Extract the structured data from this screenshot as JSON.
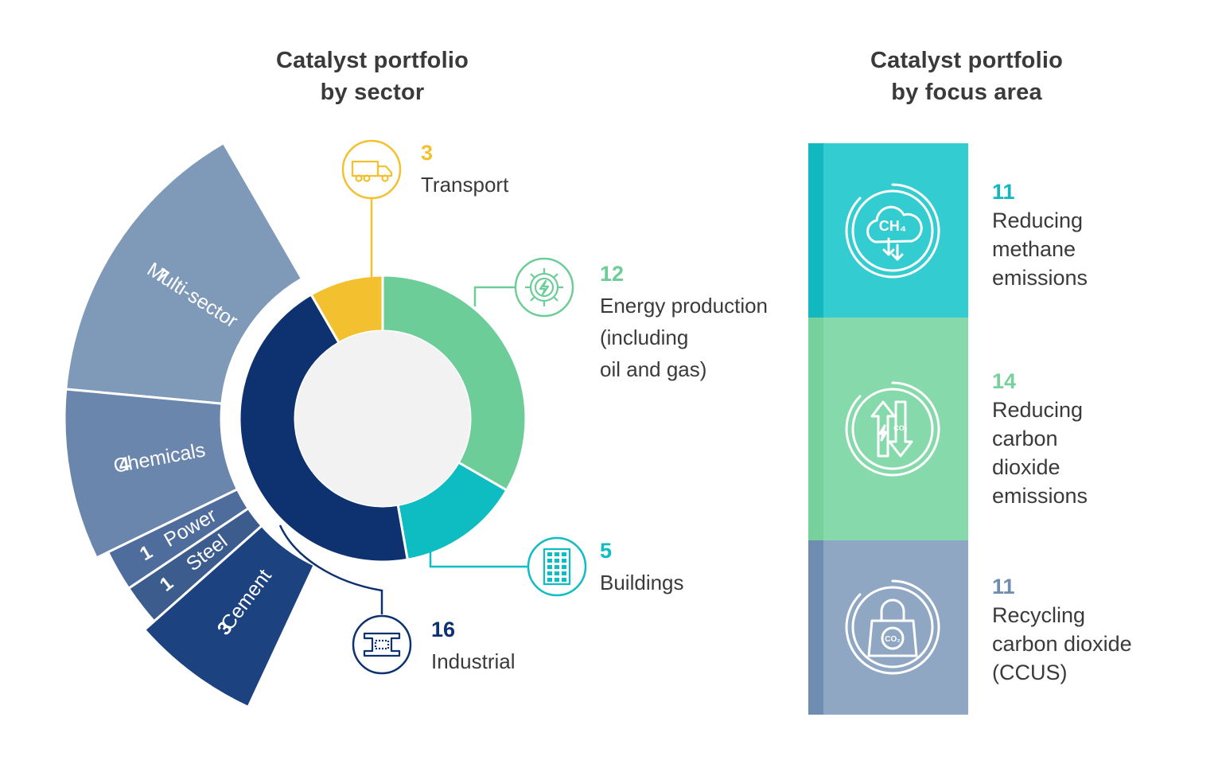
{
  "titles": {
    "sector_line1": "Catalyst portfolio",
    "sector_line2": "by sector",
    "focus_line1": "Catalyst portfolio",
    "focus_line2": "by focus area"
  },
  "colors": {
    "transport": "#f3c130",
    "energy": "#6ccd98",
    "buildings": "#0ebdc1",
    "industrial": "#0e3170",
    "multi_sector": "#7f99b8",
    "chemicals": "#6a86ad",
    "power": "#4f6d9c",
    "steel": "#3d5c8e",
    "cement": "#1c4280",
    "methane": "#33cdd1",
    "methane_strip": "#12b8bf",
    "co2": "#86d9ab",
    "co2_strip": "#77d19d",
    "ccus": "#8fa7c2",
    "ccus_strip": "#6f8db1",
    "text": "#3a3a3a"
  },
  "chart_data": [
    {
      "type": "pie",
      "variant": "donut",
      "categories": [
        "Transport",
        "Energy production (including oil and gas)",
        "Buildings",
        "Industrial"
      ],
      "values": [
        3,
        12,
        5,
        16
      ],
      "labels": [
        {
          "value": "3",
          "text": "Transport",
          "icon": "truck-icon"
        },
        {
          "value": "12",
          "text": "Energy production\n(including\noil and gas)",
          "icon": "gear-bolt-icon"
        },
        {
          "value": "5",
          "text": "Buildings",
          "icon": "building-icon"
        },
        {
          "value": "16",
          "text": "Industrial",
          "icon": "steel-beam-icon"
        }
      ],
      "breakdown": {
        "of": "Industrial",
        "categories": [
          "Multi-sector",
          "Chemicals",
          "Power",
          "Steel",
          "Cement"
        ],
        "values": [
          7,
          4,
          1,
          1,
          3
        ],
        "value_labels": [
          "7",
          "4",
          "1",
          "1",
          "3"
        ]
      }
    },
    {
      "type": "bar",
      "variant": "stacked-column",
      "categories": [
        "Reducing methane emissions",
        "Reducing carbon dioxide emissions",
        "Recycling carbon dioxide (CCUS)"
      ],
      "values": [
        11,
        14,
        11
      ],
      "labels": [
        {
          "value": "11",
          "text": "Reducing\nmethane\nemissions",
          "icon": "methane-cloud-icon"
        },
        {
          "value": "14",
          "text": "Reducing\ncarbon\ndioxide\nemissions",
          "icon": "co2-arrows-icon"
        },
        {
          "value": "11",
          "text": "Recycling\ncarbon dioxide\n(CCUS)",
          "icon": "co2-lock-icon"
        }
      ]
    }
  ]
}
